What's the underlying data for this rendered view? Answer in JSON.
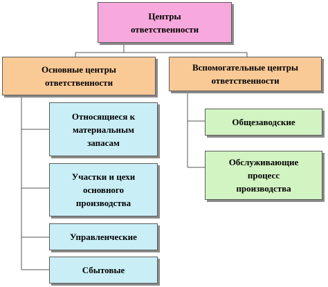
{
  "root": {
    "label": "Центры ответственности",
    "color": "#f7a8dc"
  },
  "branches": [
    {
      "label": "Основные центры ответственности",
      "color": "#f9c996",
      "children": [
        {
          "label": "Относящиеся к материальным запасам"
        },
        {
          "label": "Участки и цехи основного производства"
        },
        {
          "label": "Управленческие"
        },
        {
          "label": "Сбытовые"
        }
      ],
      "child_color": "#c9eef6"
    },
    {
      "label": "Вспомогательные центры ответственности",
      "color": "#f9c996",
      "children": [
        {
          "label": "Общезаводские"
        },
        {
          "label": "Обслуживающие процесс производства"
        }
      ],
      "child_color": "#d2f3c2"
    }
  ]
}
